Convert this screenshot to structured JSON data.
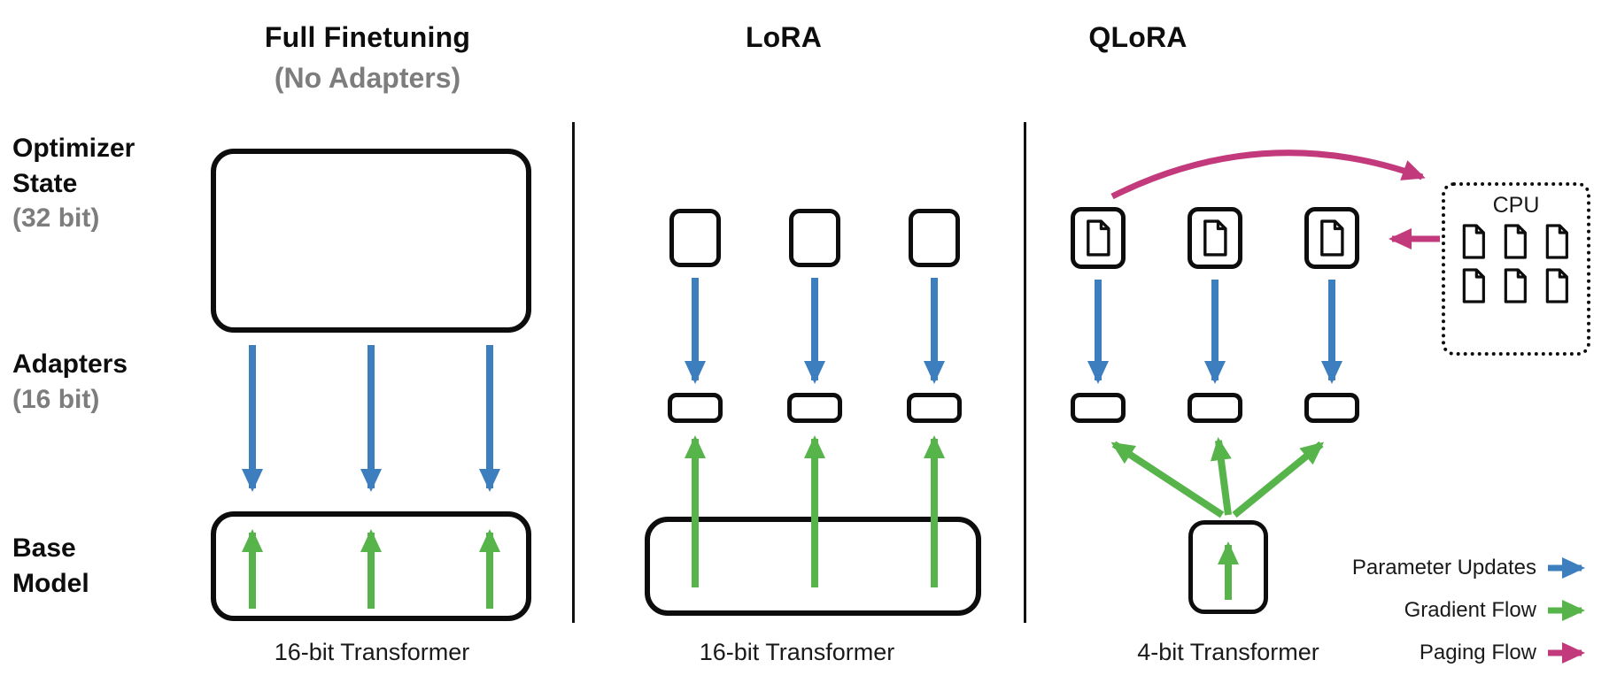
{
  "colors": {
    "parameter_updates": "#3d7ebf",
    "gradient_flow": "#56b44b",
    "paging_flow": "#c23a7b"
  },
  "columns": [
    {
      "title": "Full Finetuning",
      "subtitle": "(No Adapters)",
      "caption": "16-bit Transformer"
    },
    {
      "title": "LoRA",
      "caption": "16-bit Transformer"
    },
    {
      "title": "QLoRA",
      "caption": "4-bit Transformer"
    }
  ],
  "row_labels": {
    "optimizer_line1": "Optimizer",
    "optimizer_line2": "State",
    "optimizer_bits": "(32 bit)",
    "adapters": "Adapters",
    "adapters_bits": "(16 bit)",
    "base_line1": "Base",
    "base_line2": "Model"
  },
  "cpu": {
    "label": "CPU"
  },
  "icons": {
    "page": "document-icon"
  },
  "legend": [
    {
      "label": "Parameter Updates"
    },
    {
      "label": "Gradient Flow"
    },
    {
      "label": "Paging Flow"
    }
  ]
}
